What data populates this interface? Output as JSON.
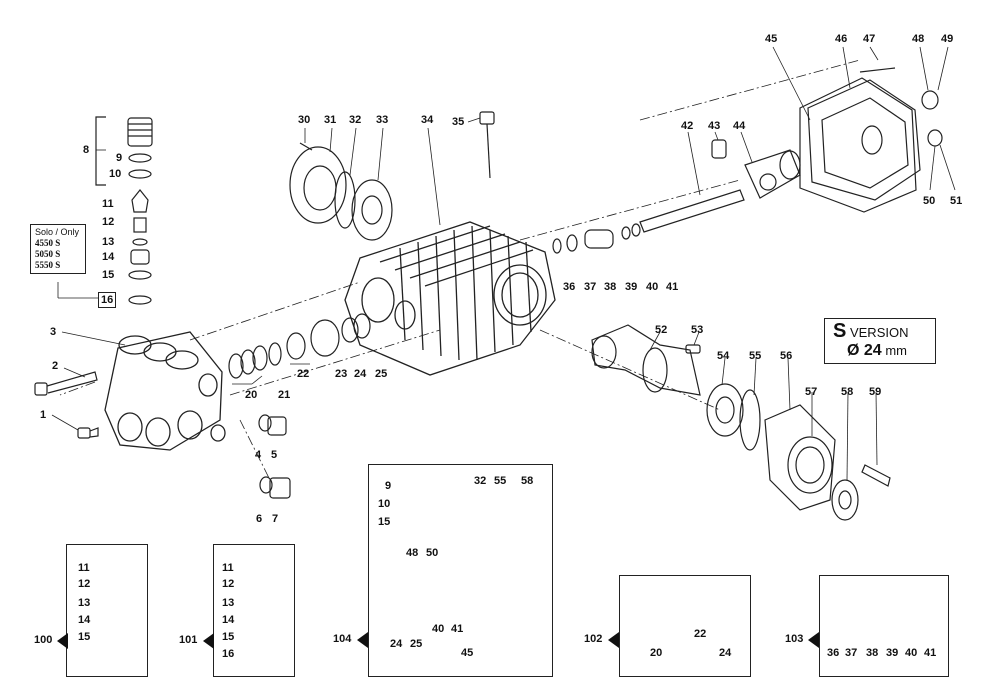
{
  "callouts": [
    {
      "id": "c-1",
      "text": "1"
    },
    {
      "id": "c-2",
      "text": "2"
    },
    {
      "id": "c-3",
      "text": "3"
    },
    {
      "id": "c-4",
      "text": "4"
    },
    {
      "id": "c-5",
      "text": "5"
    },
    {
      "id": "c-6",
      "text": "6"
    },
    {
      "id": "c-7",
      "text": "7"
    },
    {
      "id": "c-8",
      "text": "8"
    },
    {
      "id": "c-9",
      "text": "9"
    },
    {
      "id": "c-10",
      "text": "10"
    },
    {
      "id": "c-11",
      "text": "11"
    },
    {
      "id": "c-12",
      "text": "12"
    },
    {
      "id": "c-13",
      "text": "13"
    },
    {
      "id": "c-14",
      "text": "14"
    },
    {
      "id": "c-15",
      "text": "15"
    },
    {
      "id": "c-16",
      "text": "16"
    },
    {
      "id": "c-20",
      "text": "20"
    },
    {
      "id": "c-21",
      "text": "21"
    },
    {
      "id": "c-22",
      "text": "22"
    },
    {
      "id": "c-23",
      "text": "23"
    },
    {
      "id": "c-24",
      "text": "24"
    },
    {
      "id": "c-25",
      "text": "25"
    },
    {
      "id": "c-30",
      "text": "30"
    },
    {
      "id": "c-31",
      "text": "31"
    },
    {
      "id": "c-32",
      "text": "32"
    },
    {
      "id": "c-33",
      "text": "33"
    },
    {
      "id": "c-34",
      "text": "34"
    },
    {
      "id": "c-35",
      "text": "35"
    },
    {
      "id": "c-36",
      "text": "36"
    },
    {
      "id": "c-37",
      "text": "37"
    },
    {
      "id": "c-38",
      "text": "38"
    },
    {
      "id": "c-39",
      "text": "39"
    },
    {
      "id": "c-40",
      "text": "40"
    },
    {
      "id": "c-41",
      "text": "41"
    },
    {
      "id": "c-42",
      "text": "42"
    },
    {
      "id": "c-43",
      "text": "43"
    },
    {
      "id": "c-44",
      "text": "44"
    },
    {
      "id": "c-45",
      "text": "45"
    },
    {
      "id": "c-46",
      "text": "46"
    },
    {
      "id": "c-47",
      "text": "47"
    },
    {
      "id": "c-48",
      "text": "48"
    },
    {
      "id": "c-49",
      "text": "49"
    },
    {
      "id": "c-50",
      "text": "50"
    },
    {
      "id": "c-51",
      "text": "51"
    },
    {
      "id": "c-52",
      "text": "52"
    },
    {
      "id": "c-53",
      "text": "53"
    },
    {
      "id": "c-54",
      "text": "54"
    },
    {
      "id": "c-55",
      "text": "55"
    },
    {
      "id": "c-56",
      "text": "56"
    },
    {
      "id": "c-57",
      "text": "57"
    },
    {
      "id": "c-58",
      "text": "58"
    },
    {
      "id": "c-59",
      "text": "59"
    }
  ],
  "solo_only": {
    "title": "Solo / Only",
    "models": [
      "4550 S",
      "5050 S",
      "5550 S"
    ]
  },
  "s_version": {
    "letter": "S",
    "word": "VERSION",
    "diameter": "Ø 24",
    "unit": "mm"
  },
  "kits": [
    {
      "id": "100",
      "label": "100",
      "items": [
        "11",
        "12",
        "13",
        "14",
        "15"
      ]
    },
    {
      "id": "101",
      "label": "101",
      "items": [
        "11",
        "12",
        "13",
        "14",
        "15",
        "16"
      ]
    },
    {
      "id": "104",
      "label": "104",
      "items": [
        "9",
        "10",
        "15",
        "32",
        "55",
        "58",
        "48",
        "50",
        "24",
        "25",
        "40",
        "41",
        "45"
      ]
    },
    {
      "id": "102",
      "label": "102",
      "items": [
        "20",
        "22",
        "24"
      ]
    },
    {
      "id": "103",
      "label": "103",
      "items": [
        "36",
        "37",
        "38",
        "39",
        "40",
        "41"
      ]
    }
  ]
}
